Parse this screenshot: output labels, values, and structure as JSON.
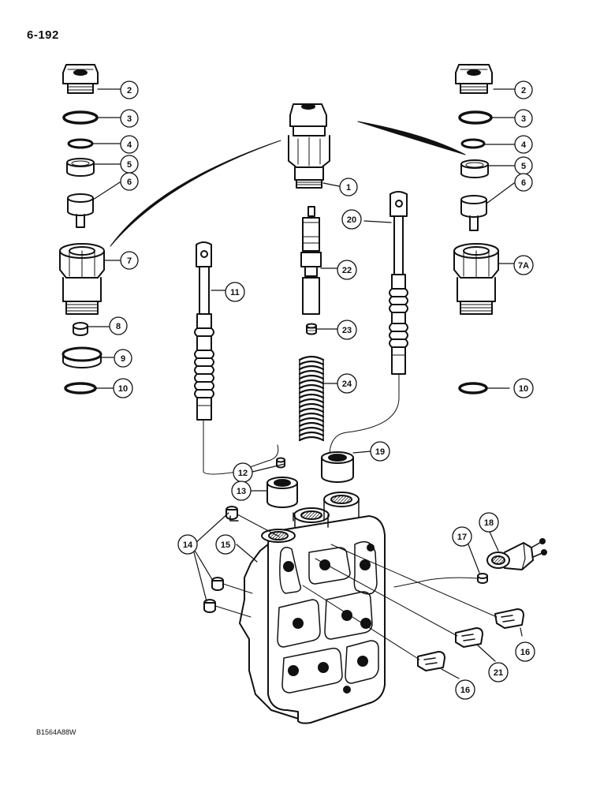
{
  "page": {
    "number": "6-192",
    "figure_code": "B1564A88W"
  },
  "callouts": [
    "1",
    "2",
    "3",
    "4",
    "5",
    "6",
    "7",
    "8",
    "9",
    "10",
    "11",
    "12",
    "13",
    "14",
    "15",
    "16",
    "17",
    "18",
    "19",
    "20",
    "21",
    "22",
    "23",
    "24",
    "7A"
  ],
  "colors": {
    "ink": "#111111",
    "paper": "#ffffff",
    "shade": "#555555"
  }
}
